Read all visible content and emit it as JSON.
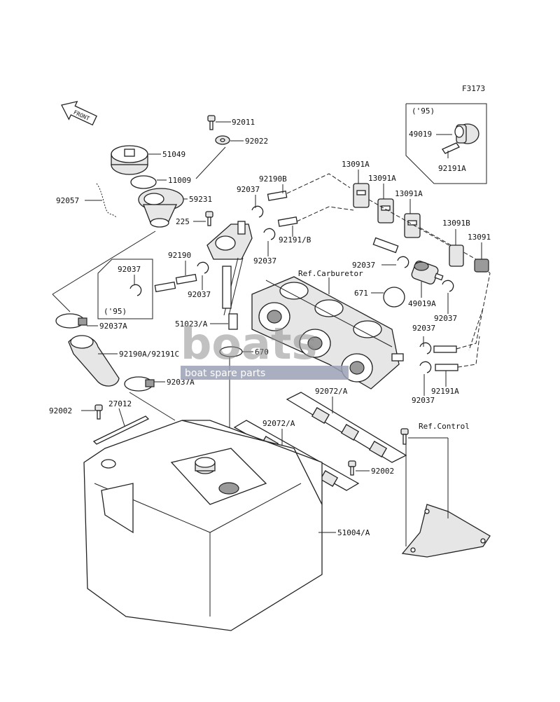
{
  "figure_code": "F3173",
  "front_label": "FRONT",
  "watermark": {
    "brand": "boats",
    "tagline": "boat spare parts"
  },
  "variant_label": "('95)",
  "labels": {
    "p92011": "92011",
    "p92022": "92022",
    "p51049": "51049",
    "p11009": "11009",
    "p92057": "92057",
    "p59231": "59231",
    "p225": "225",
    "p92190B": "92190B",
    "p92037_a": "92037",
    "p92191B": "92191/B",
    "p92037_b": "92037",
    "p13091A_1": "13091A",
    "p13091A_2": "13091A",
    "p13091A_3": "13091A",
    "p13091B": "13091B",
    "p13091": "13091",
    "p49019": "49019",
    "p92191A_top": "92191A",
    "p92190": "92190",
    "p92037_c": "92037",
    "p92037_box": "92037",
    "ref_carb": "Ref.Carburetor",
    "p92037_d": "92037",
    "p671": "671",
    "p49019A": "49019A",
    "p92037_e": "92037",
    "p92037_f": "92037",
    "p92037A_1": "92037A",
    "p51023A": "51023/A",
    "p670": "670",
    "p92190A": "92190A/92191C",
    "p92037A_2": "92037A",
    "p92191A_r": "92191A",
    "p92037_g": "92037",
    "p92072A_1": "92072/A",
    "p92072A_2": "92072/A",
    "p92002_l": "92002",
    "p27012": "27012",
    "ref_control": "Ref.Control",
    "p92002_r": "92002",
    "p51004A": "51004/A"
  },
  "icons": [
    "front-arrow-icon"
  ]
}
